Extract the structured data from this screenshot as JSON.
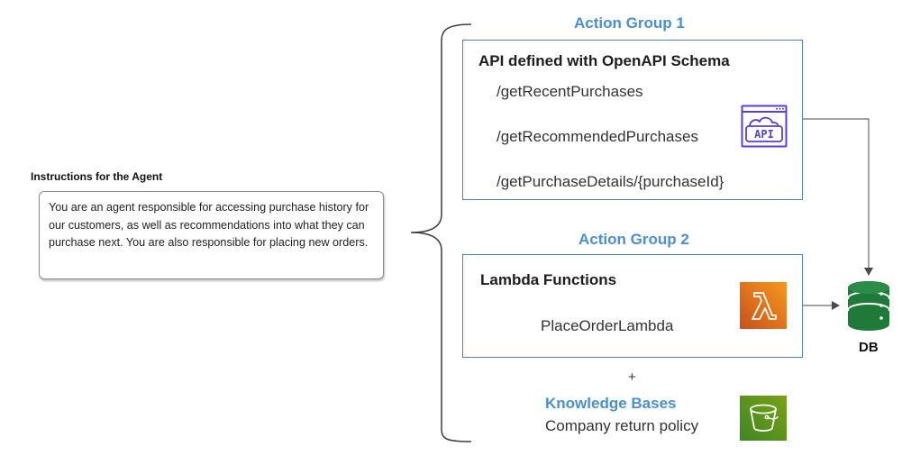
{
  "instructions": {
    "title": "Instructions for the Agent",
    "text": "You are an agent responsible for accessing purchase history for our customers, as well as recommendations into what they can purchase next. You are also responsible for placing new orders."
  },
  "action_group_1": {
    "title": "Action Group 1",
    "heading": "API defined with OpenAPI Schema",
    "endpoints": [
      "/getRecentPurchases",
      "/getRecommendedPurchases",
      "/getPurchaseDetails/{purchaseId}"
    ],
    "icon": "api-icon",
    "icon_label": "API"
  },
  "action_group_2": {
    "title": "Action Group 2",
    "heading": "Lambda Functions",
    "function": "PlaceOrderLambda",
    "icon": "lambda-icon"
  },
  "plus": "+",
  "knowledge_base": {
    "title": "Knowledge Bases",
    "description": "Company return policy",
    "icon": "bucket-icon"
  },
  "database": {
    "label": "DB",
    "icon": "database-icon"
  },
  "colors": {
    "accent_blue": "#4a8fd0",
    "panel_border": "#4f84b9",
    "api_purple": "#5a3fd6",
    "lambda_orange": "#e8761f",
    "s3_green": "#5fa12a",
    "db_green": "#1f7a3a"
  }
}
